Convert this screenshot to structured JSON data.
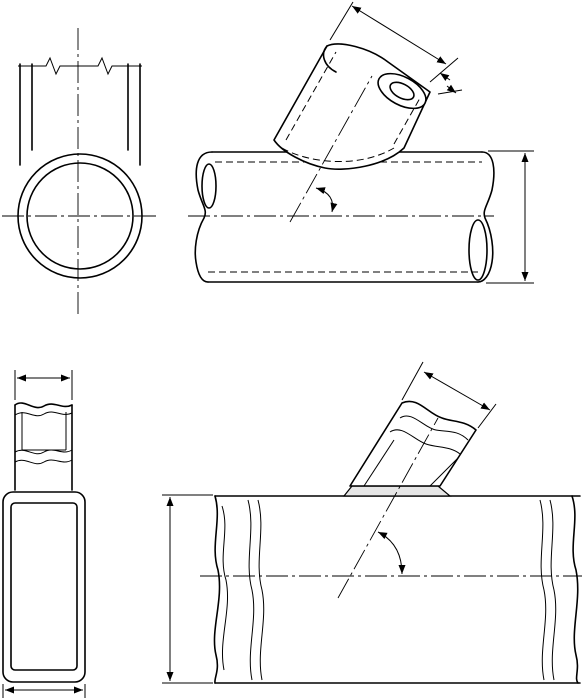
{
  "diagram": {
    "figures": [
      {
        "name": "circular-tube-section-view"
      },
      {
        "name": "circular-tube-branch-joint"
      },
      {
        "name": "rectangular-tube-section-view"
      },
      {
        "name": "rectangular-tube-branch-joint"
      }
    ],
    "text_labels": [],
    "colors": {
      "line": "#000000",
      "background": "#ffffff",
      "weld": "#e6e6e6"
    }
  }
}
